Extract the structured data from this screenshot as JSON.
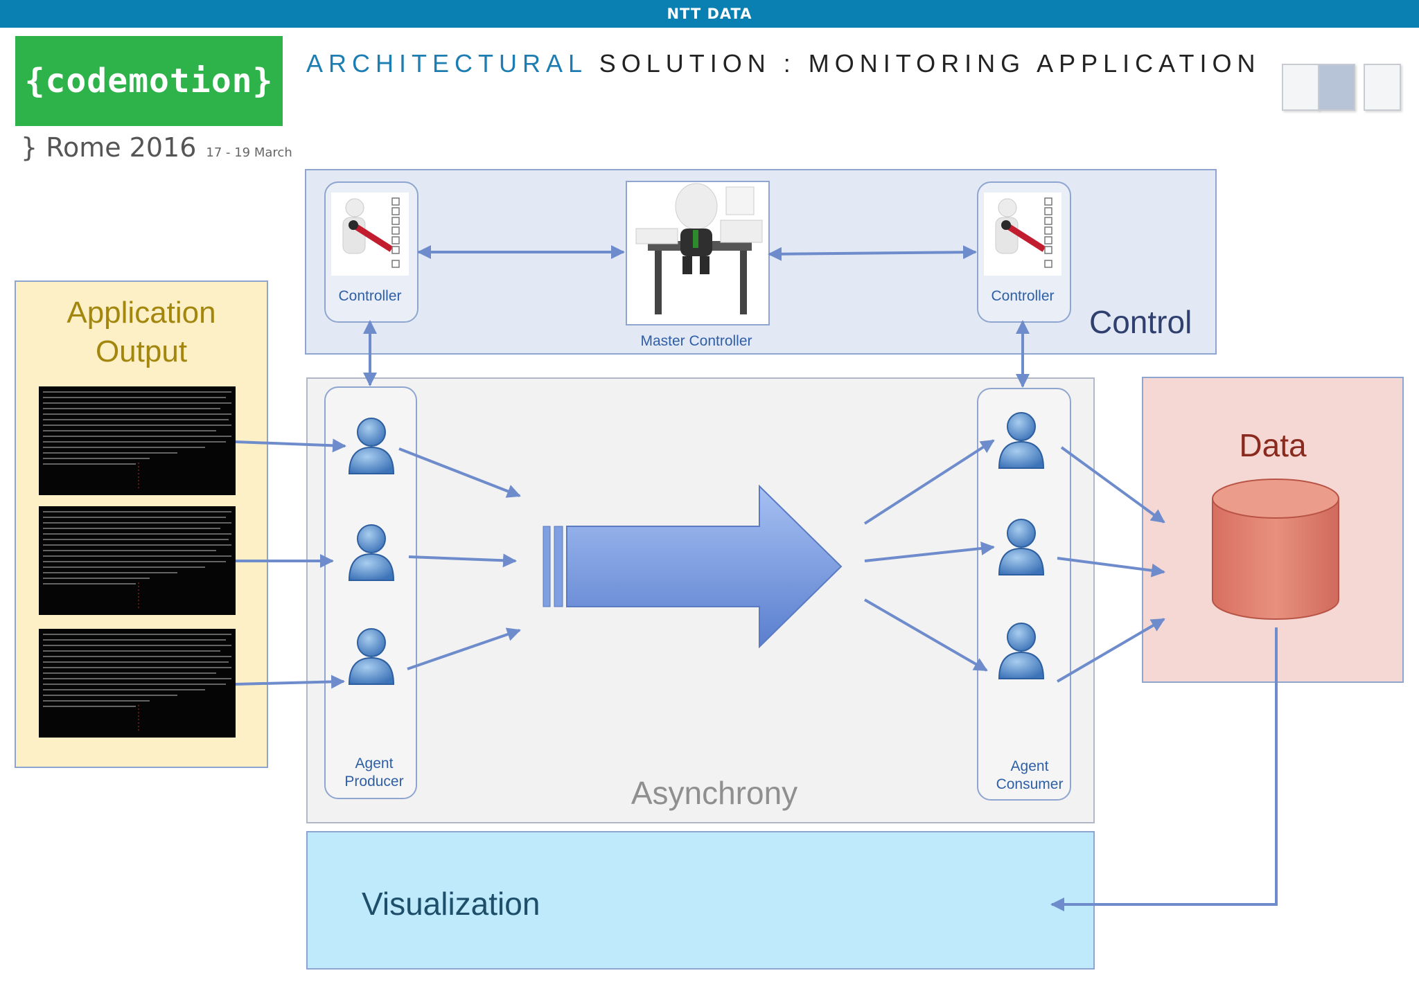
{
  "header": {
    "brand": "NTT DATA"
  },
  "logo": {
    "text": "{codemotion}",
    "sub": "} Rome 2016",
    "dates": "17 - 19 March"
  },
  "title": {
    "part1": "ARCHITECTURAL",
    "part2": "SOLUTION : MONITORING APPLICATION"
  },
  "control": {
    "label": "Control",
    "controller_left_label": "Controller",
    "controller_right_label": "Controller",
    "master_label": "Master Controller"
  },
  "application": {
    "label_line1": "Application",
    "label_line2": "Output"
  },
  "asynchrony": {
    "label": "Asynchrony",
    "producer_line1": "Agent",
    "producer_line2": "Producer",
    "consumer_line1": "Agent",
    "consumer_line2": "Consumer"
  },
  "data": {
    "label": "Data"
  },
  "visualization": {
    "label": "Visualization"
  },
  "colors": {
    "header_bar": "#0a7fb1",
    "logo_green": "#2db34a",
    "title_blue": "#1c7db3",
    "arrow_blue": "#6e8ccc",
    "control_bg": "#e3e8f5",
    "application_bg": "#fdf0c6",
    "data_bg": "#f5d7d4",
    "visualization_bg": "#bfeafc",
    "cylinder": "#e3887a"
  }
}
